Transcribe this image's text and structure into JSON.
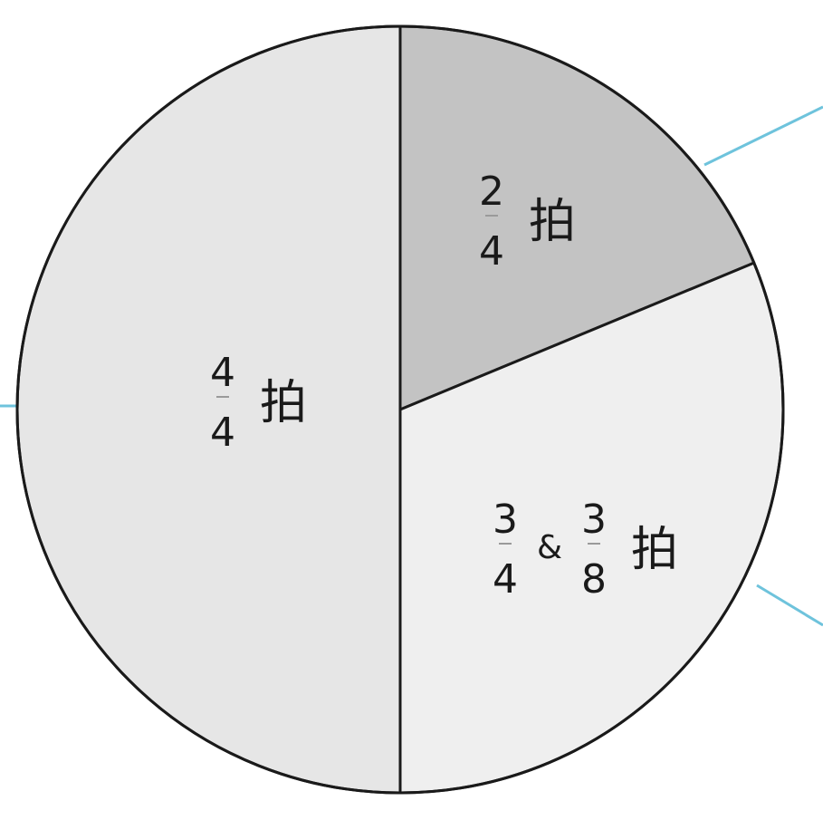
{
  "chart_data": {
    "type": "pie",
    "title": "",
    "slices": [
      {
        "key": "two_four",
        "value": 0.1875,
        "color": "#c3c3c3",
        "label": {
          "fractions": [
            {
              "num": "2",
              "den": "4"
            }
          ],
          "connectors": [],
          "unit": "拍"
        }
      },
      {
        "key": "three_four_three_eight",
        "value": 0.3125,
        "color": "#efefef",
        "label": {
          "fractions": [
            {
              "num": "3",
              "den": "4"
            },
            {
              "num": "3",
              "den": "8"
            }
          ],
          "connectors": [
            "&"
          ],
          "unit": "拍"
        }
      },
      {
        "key": "four_four",
        "value": 0.5,
        "color": "#e6e6e6",
        "label": {
          "fractions": [
            {
              "num": "4",
              "den": "4"
            }
          ],
          "connectors": [],
          "unit": "拍"
        }
      }
    ],
    "start_angle_deg": 0,
    "direction": "clockwise",
    "legend": "none",
    "outline_color": "#1a1a1a",
    "callout_color": "#6ec3dc"
  }
}
